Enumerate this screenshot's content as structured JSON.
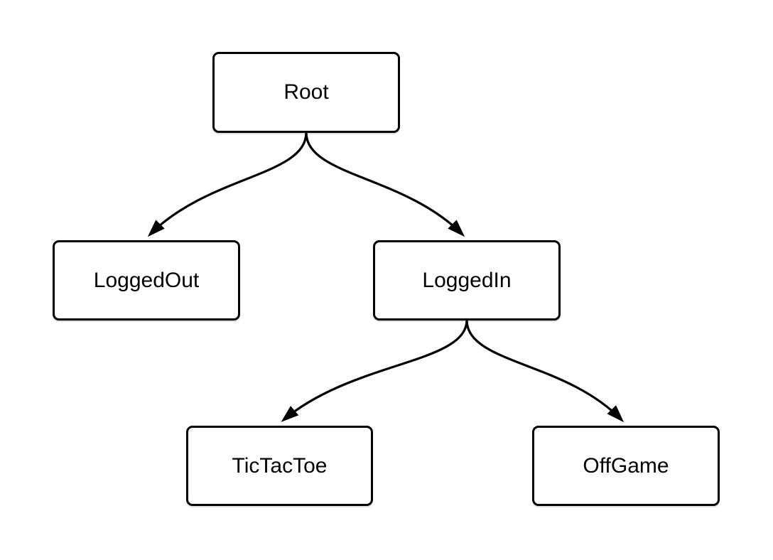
{
  "diagram": {
    "title": "state-tree",
    "type": "tree",
    "colors": {
      "background": "#ffffff",
      "node_fill": "#ffffff",
      "node_border": "#000000",
      "edge_stroke": "#000000",
      "text": "#000000"
    },
    "nodes": [
      {
        "id": "root",
        "label": "Root",
        "level": 0
      },
      {
        "id": "loggedout",
        "label": "LoggedOut",
        "level": 1
      },
      {
        "id": "loggedin",
        "label": "LoggedIn",
        "level": 1
      },
      {
        "id": "tictactoe",
        "label": "TicTacToe",
        "level": 2
      },
      {
        "id": "offgame",
        "label": "OffGame",
        "level": 2
      }
    ],
    "edges": [
      {
        "from": "Root",
        "to": "LoggedOut"
      },
      {
        "from": "Root",
        "to": "LoggedIn"
      },
      {
        "from": "LoggedIn",
        "to": "TicTacToe"
      },
      {
        "from": "LoggedIn",
        "to": "OffGame"
      }
    ]
  }
}
